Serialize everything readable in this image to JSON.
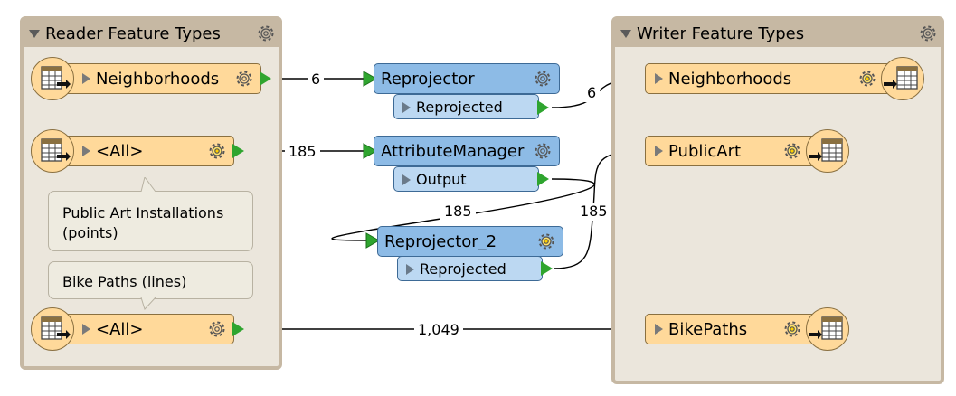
{
  "reader_panel": {
    "title": "Reader Feature Types",
    "features": [
      {
        "label": "Neighborhoods"
      },
      {
        "label": "<All>"
      },
      {
        "label": "<All>"
      }
    ]
  },
  "writer_panel": {
    "title": "Writer Feature Types",
    "features": [
      {
        "label": "Neighborhoods"
      },
      {
        "label": "PublicArt"
      },
      {
        "label": "BikePaths"
      }
    ]
  },
  "transformers": [
    {
      "name": "Reprojector",
      "port": "Reprojected"
    },
    {
      "name": "AttributeManager",
      "port": "Output"
    },
    {
      "name": "Reprojector_2",
      "port": "Reprojected"
    }
  ],
  "annotations": [
    {
      "text": "Public Art Installations\n(points)"
    },
    {
      "text": "Bike Paths (lines)"
    }
  ],
  "connections": [
    {
      "count": "6"
    },
    {
      "count": "6"
    },
    {
      "count": "185"
    },
    {
      "count": "185"
    },
    {
      "count": "185"
    },
    {
      "count": "1,049"
    }
  ],
  "colors": {
    "bookmark_fill": "#ebe6dc",
    "bookmark_border": "#c6b8a3",
    "feature_type": "#ffd99a",
    "transformer": "#8dbbe6",
    "output_port": "#2fa52f"
  },
  "icons": {
    "panel_collapse": "triangle-down-icon",
    "settings": "gear-icon",
    "feature_type": "table-arrow-icon"
  }
}
